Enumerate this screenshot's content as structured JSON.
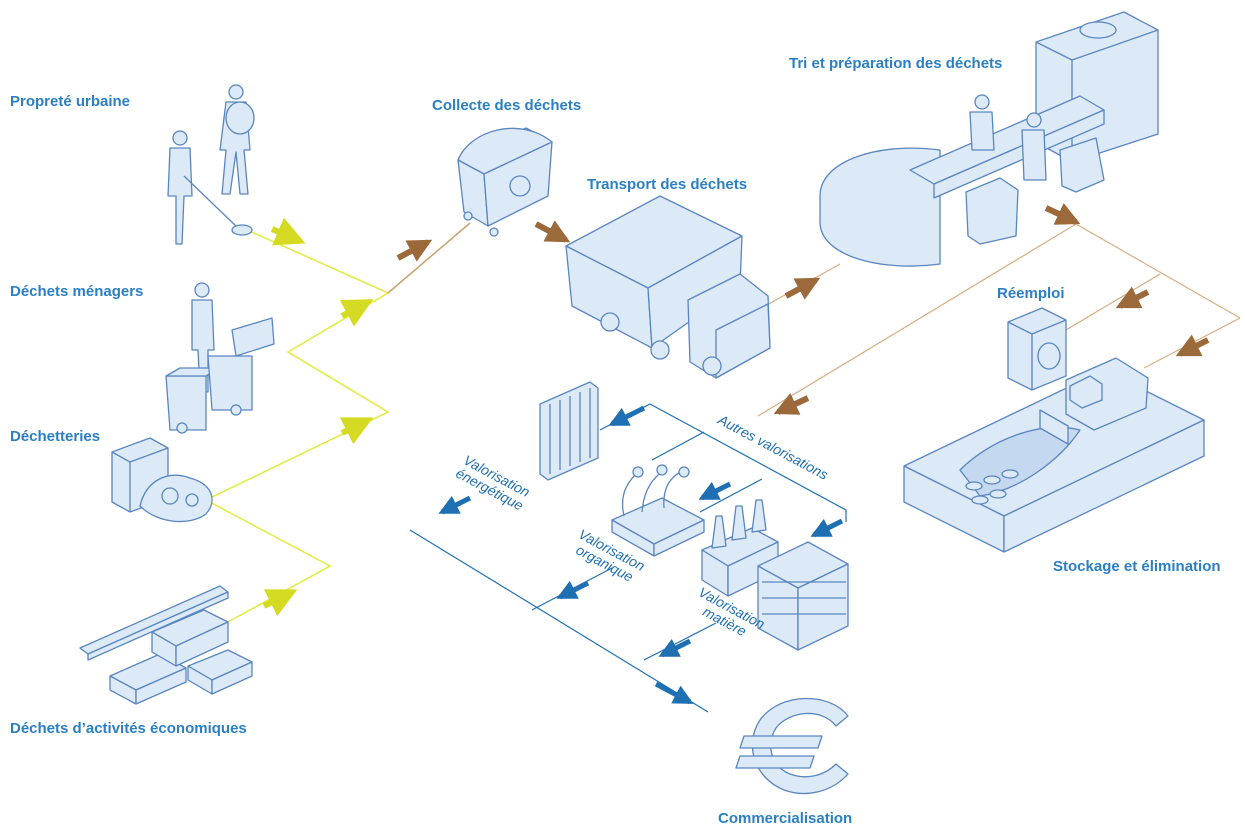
{
  "labels": {
    "proprete": "Propreté urbaine",
    "menagers": "Déchets ménagers",
    "dechetteries": "Déchetteries",
    "activites": "Déchets d’activités économiques",
    "collecte": "Collecte des déchets",
    "transport": "Transport des déchets",
    "tri": "Tri et préparation des déchets",
    "reemploi": "Réemploi",
    "stockage": "Stockage et élimination",
    "commercialisation": "Commercialisation",
    "autres": "Autres valorisations",
    "energetique_1": "Valorisation",
    "energetique_2": "énergétique",
    "organique_1": "Valorisation",
    "organique_2": "organique",
    "matiere_1": "Valorisation",
    "matiere_2": "matière"
  },
  "colors": {
    "label": "#2b7fc4",
    "illustration_fill": "#dce9f7",
    "illustration_stroke": "#5a86bf",
    "source_flow": "#e4ea3c",
    "process_arrow": "#9c6a3a",
    "valorisation_flow": "#1f6fb3"
  },
  "icons": {
    "proprete": "street-sweeper-icon",
    "menagers": "household-bins-icon",
    "dechetteries": "recycling-center-icon",
    "activites": "construction-materials-icon",
    "collecte": "waste-container-icon",
    "transport": "garbage-truck-icon",
    "tri": "sorting-line-icon",
    "reemploi": "washing-machine-icon",
    "stockage": "landfill-bulldozer-icon",
    "energetique": "radiator-icon",
    "organique": "plants-icon",
    "matiere": "bottles-paper-icon",
    "commercialisation": "euro-icon"
  }
}
